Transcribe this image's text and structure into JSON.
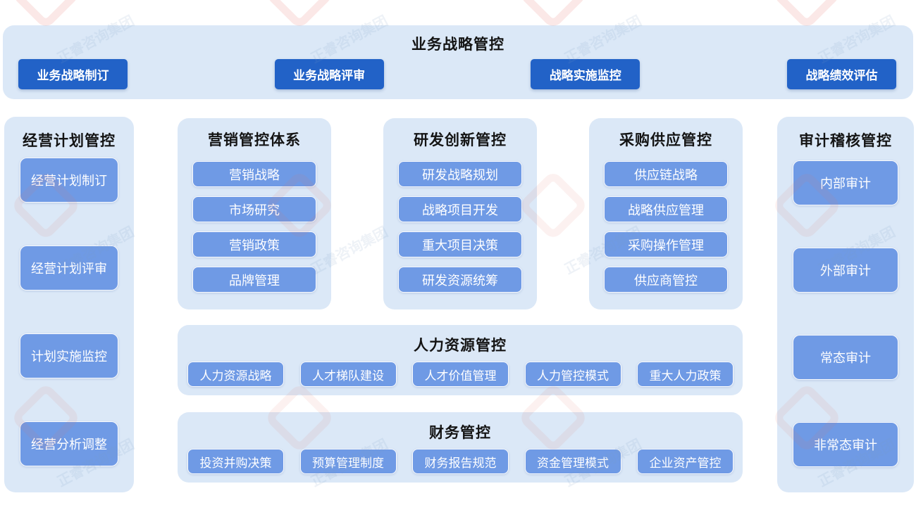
{
  "top_banner": {
    "title": "业务战略管控",
    "buttons": [
      "业务战略制订",
      "业务战略评审",
      "战略实施监控",
      "战略绩效评估"
    ]
  },
  "left_column": {
    "title": "经营计划管控",
    "items": [
      "经营计划制订",
      "经营计划评审",
      "计划实施监控",
      "经营分析调整"
    ]
  },
  "middle_columns": [
    {
      "title": "营销管控体系",
      "items": [
        "营销战略",
        "市场研究",
        "营销政策",
        "品牌管理"
      ]
    },
    {
      "title": "研发创新管控",
      "items": [
        "研发战略规划",
        "战略项目开发",
        "重大项目决策",
        "研发资源统筹"
      ]
    },
    {
      "title": "采购供应管控",
      "items": [
        "供应链战略",
        "战略供应管理",
        "采购操作管理",
        "供应商管控"
      ]
    }
  ],
  "hr_panel": {
    "title": "人力资源管控",
    "items": [
      "人力资源战略",
      "人才梯队建设",
      "人才价值管理",
      "人力管控模式",
      "重大人力政策"
    ]
  },
  "finance_panel": {
    "title": "财务管控",
    "items": [
      "投资并购决策",
      "预算管理制度",
      "财务报告规范",
      "资金管理模式",
      "企业资产管控"
    ]
  },
  "right_column": {
    "title": "审计稽核管控",
    "items": [
      "内部审计",
      "外部审计",
      "常态审计",
      "非常态审计"
    ]
  },
  "watermark": {
    "text": "正睿咨询集团"
  },
  "colors": {
    "primary_button": "#2262c7",
    "secondary_button": "#6f9ae5",
    "panel_background": "#dbe8f7",
    "title_text": "#141414",
    "button_text": "#ffffff",
    "watermark_pink": "#e7786e",
    "watermark_blue": "#7d9bc3"
  }
}
